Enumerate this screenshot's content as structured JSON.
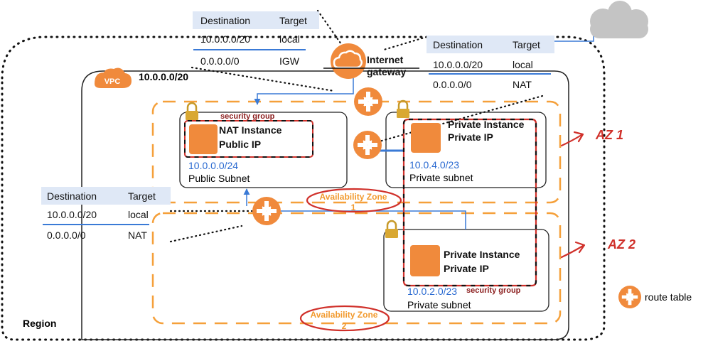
{
  "region": {
    "label": "Region"
  },
  "vpc": {
    "badge": "VPC",
    "cidr": "10.0.0.0/20"
  },
  "internet_gateway": {
    "line1": "Internet",
    "line2": "gateway"
  },
  "route_tables": {
    "top": {
      "headers": [
        "Destination",
        "Target"
      ],
      "rows": [
        [
          "10.0.0.0/20",
          "local"
        ],
        [
          "0.0.0.0/0",
          "IGW"
        ]
      ]
    },
    "right": {
      "headers": [
        "Destination",
        "Target"
      ],
      "rows": [
        [
          "10.0.0.0/20",
          "local"
        ],
        [
          "0.0.0.0/0",
          "NAT"
        ]
      ]
    },
    "left": {
      "headers": [
        "Destination",
        "Target"
      ],
      "rows": [
        [
          "10.0.0.0/20",
          "local"
        ],
        [
          "0.0.0.0/0",
          "NAT"
        ]
      ]
    }
  },
  "public_subnet": {
    "security_group": "security group",
    "instance_line1": "NAT  Instance",
    "instance_line2": "Public IP",
    "cidr": "10.0.0.0/24",
    "name": "Public Subnet"
  },
  "private_subnet_1": {
    "instance_line1": "Private Instance",
    "instance_line2": "Private IP",
    "cidr": "10.0.4.0/23",
    "name": "Private subnet"
  },
  "private_subnet_2": {
    "instance_line1": "Private Instance",
    "instance_line2": "Private IP",
    "cidr": "10.0.2.0/23",
    "security_group": "security group",
    "name": "Private subnet"
  },
  "availability_zones": [
    {
      "line1": "Availability Zone",
      "line2": "1"
    },
    {
      "line1": "Availability Zone",
      "line2": "2"
    }
  ],
  "annotations": {
    "az1": "AZ 1",
    "az2": "AZ 2"
  },
  "legend": {
    "route_table": "route table"
  },
  "colors": {
    "aws_orange": "#f08a3c",
    "az_dash": "#f5a03a",
    "blue_line": "#3a7ad6",
    "table_header_bg": "#dfe8f6",
    "annotation_red": "#d0302a",
    "cloud_gray": "#c4c4c4"
  }
}
